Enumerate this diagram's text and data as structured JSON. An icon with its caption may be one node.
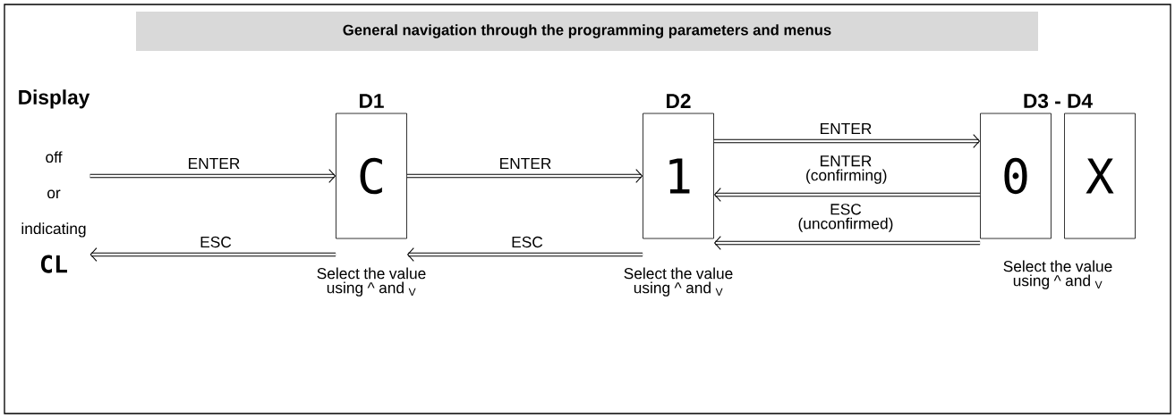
{
  "diagram": {
    "title": "General navigation through the programming parameters and menus",
    "nodes": [
      {
        "text": [
          "Display",
          "off",
          "or",
          "indicating",
          "CL"
        ]
      },
      {
        "text": [
          "D1",
          "C"
        ],
        "beside": [
          "Select the value using ^ and $_{V}$"
        ]
      },
      {
        "text": [
          "D2",
          "1"
        ],
        "beside": [
          "Select the value using ^ and $_{V}$"
        ]
      },
      {
        "text": [
          "D3 - D4",
          "0"
        ],
        "beside": [
          "Select the value using ^ and $_{V}$"
        ]
      },
      {
        "text": [
          "X"
        ]
      }
    ],
    "edges": [
      {
        "from": 0,
        "to": 1,
        "arrow": "to",
        "label": "ENTER"
      },
      {
        "from": 1,
        "to": 0,
        "arrow": "to",
        "label": "ESC"
      },
      {
        "from": 1,
        "to": 2,
        "arrow": "to",
        "label": "ENTER"
      },
      {
        "from": 2,
        "to": 1,
        "arrow": "to",
        "label": "ESC"
      },
      {
        "from": 2,
        "to": 3,
        "arrow": "to",
        "label": "ENTER"
      },
      {
        "from": 3,
        "to": 2,
        "arrow": "to",
        "label": "ENTER (confirming)"
      },
      {
        "from": 3,
        "to": 2,
        "arrow": "to",
        "label": "ESC (unconfirmed)"
      }
    ]
  }
}
